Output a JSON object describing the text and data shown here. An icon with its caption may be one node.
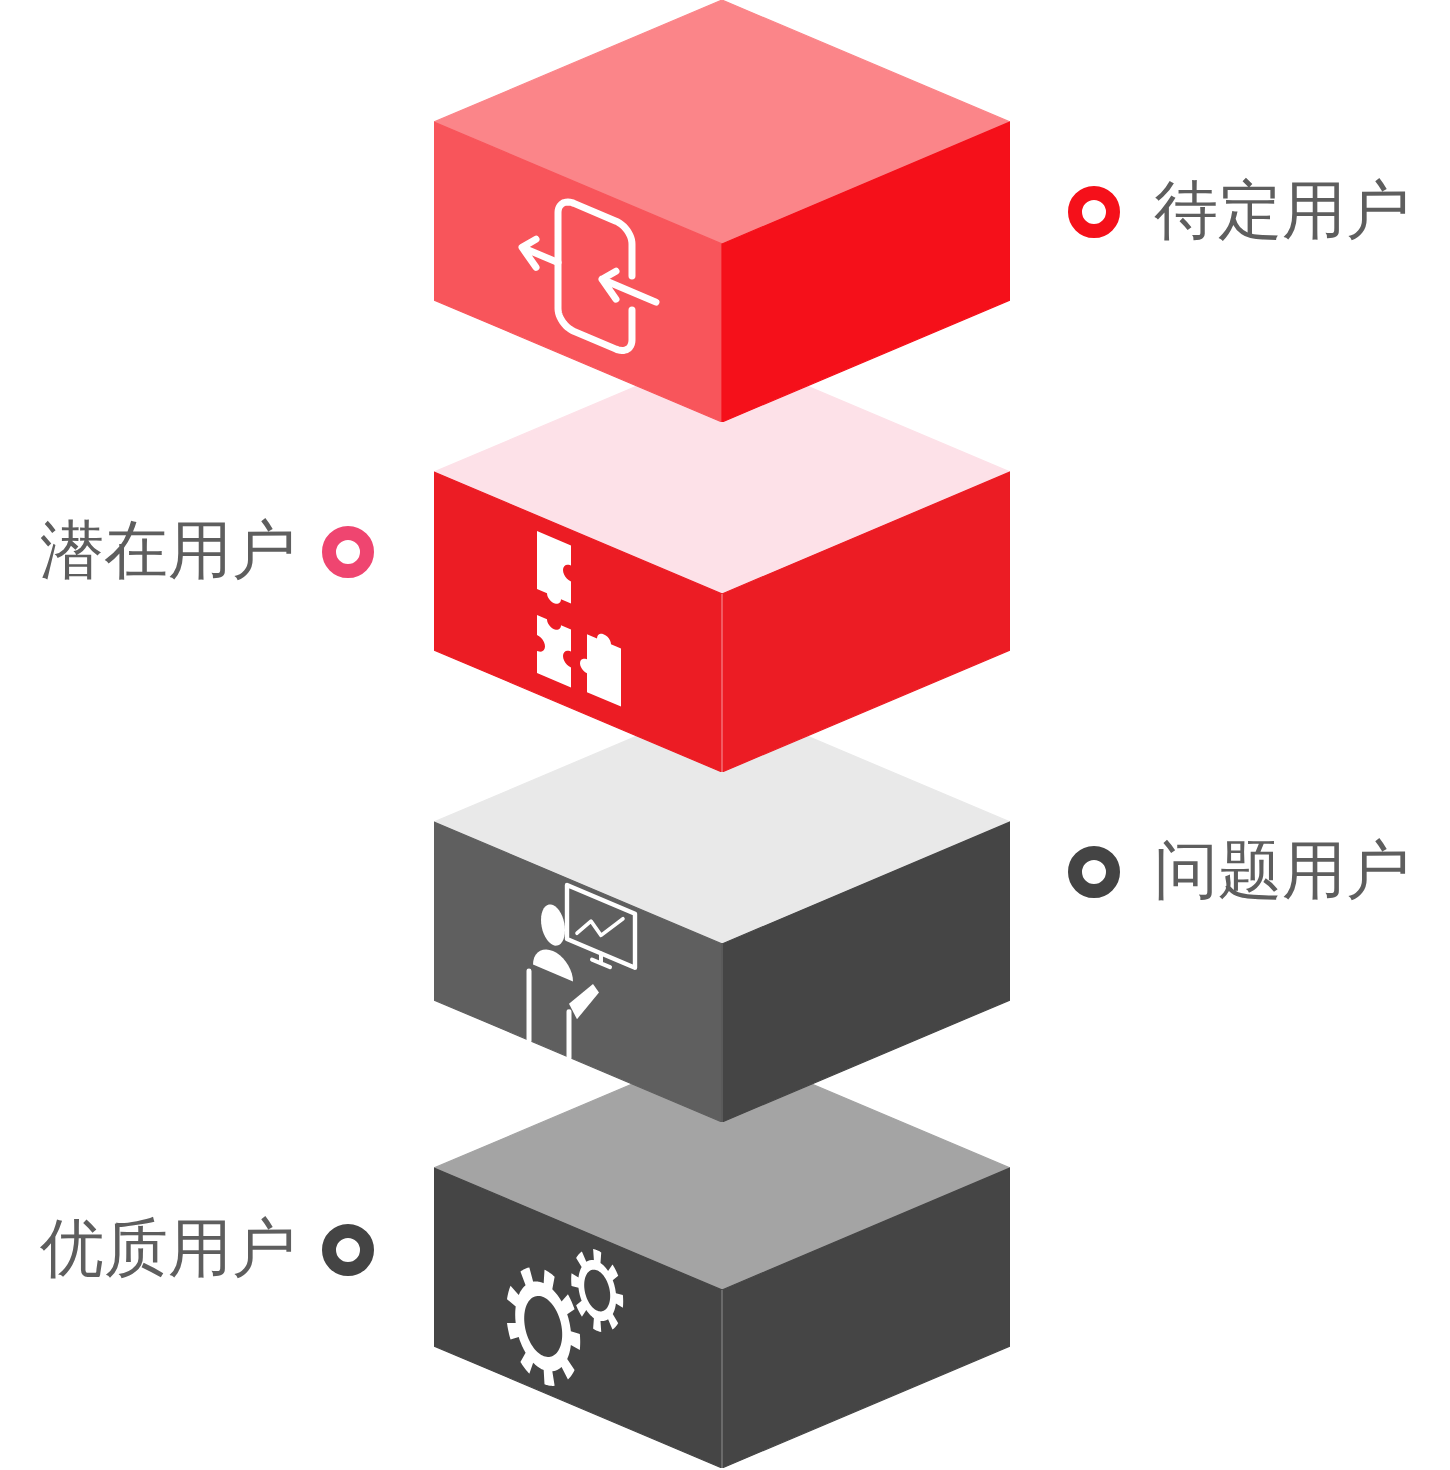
{
  "diagram": {
    "nodes": [
      {
        "text": [],
        "shape": "cube",
        "beside": [
          "待定用户"
        ]
      },
      {
        "text": [],
        "shape": "cube",
        "beside": [
          "潜在用户"
        ]
      },
      {
        "text": [],
        "shape": "cube",
        "beside": [
          "问题用户"
        ]
      },
      {
        "text": [],
        "shape": "cube",
        "beside": [
          "优质用户"
        ]
      }
    ]
  }
}
